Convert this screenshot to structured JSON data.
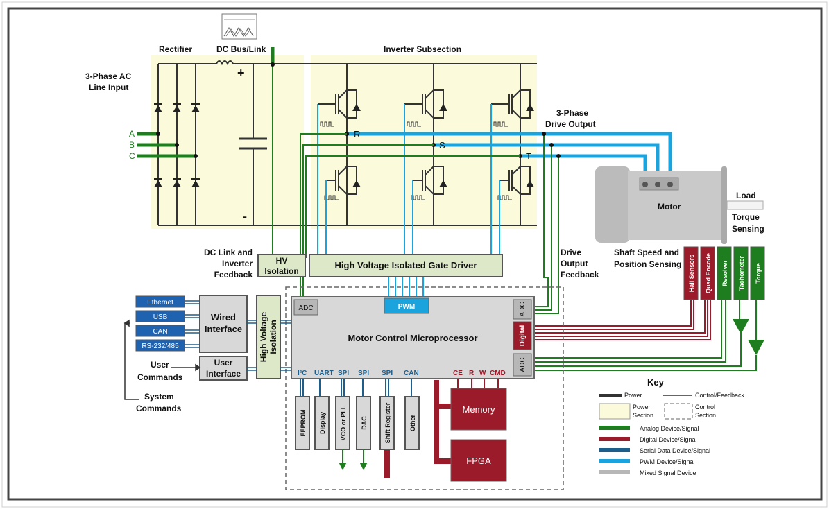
{
  "labels": {
    "rectifier": "Rectifier",
    "dc_bus": "DC Bus/Link",
    "inverter": "Inverter Subsection",
    "ac_input_1": "3-Phase AC",
    "ac_input_2": "Line Input",
    "phase_a": "A",
    "phase_b": "B",
    "phase_c": "C",
    "plus": "+",
    "minus": "-",
    "node_r": "R",
    "node_s": "S",
    "node_t": "T",
    "drive_output_1": "3-Phase",
    "drive_output_2": "Drive Output",
    "motor": "Motor",
    "load": "Load",
    "torque_sensing_1": "Torque",
    "torque_sensing_2": "Sensing",
    "shaft_1": "Shaft Speed and",
    "shaft_2": "Position Sensing",
    "dc_link_fb_1": "DC Link and",
    "dc_link_fb_2": "Inverter",
    "dc_link_fb_3": "Feedback",
    "drive_fb_1": "Drive",
    "drive_fb_2": "Output",
    "drive_fb_3": "Feedback",
    "hv_iso_1": "HV",
    "hv_iso_2": "Isolation",
    "gate_driver": "High Voltage Isolated Gate Driver",
    "hv_iso_vert_1": "High Voltage",
    "hv_iso_vert_2": "Isolation",
    "wired_1": "Wired",
    "wired_2": "Interface",
    "user_if_1": "User",
    "user_if_2": "Interface",
    "user_cmd_1": "User",
    "user_cmd_2": "Commands",
    "sys_cmd_1": "System",
    "sys_cmd_2": "Commands",
    "mcu": "Motor Control Microprocessor",
    "adc": "ADC",
    "pwm": "PWM",
    "digital": "Digital",
    "memory": "Memory",
    "fpga": "FPGA"
  },
  "bus_ports": [
    "I²C",
    "UART",
    "SPI",
    "SPI",
    "SPI",
    "CAN"
  ],
  "control_pins": [
    "CE",
    "R",
    "W",
    "CMD"
  ],
  "comm_ports": [
    "Ethernet",
    "USB",
    "CAN",
    "RS-232/485"
  ],
  "peripherals": [
    "EEPROM",
    "Display",
    "VCO or PLL",
    "DAC",
    "Shift Register",
    "Other"
  ],
  "sensors": [
    {
      "label": "Hall Sensors",
      "type": "digital"
    },
    {
      "label": "Quad Encode",
      "type": "digital"
    },
    {
      "label": "Resolver",
      "type": "analog"
    },
    {
      "label": "Tachometer",
      "type": "analog"
    },
    {
      "label": "Torque",
      "type": "analog"
    }
  ],
  "key": {
    "title": "Key",
    "power": "Power",
    "control": "Control/Feedback",
    "power_section_1": "Power",
    "power_section_2": "Section",
    "control_section_1": "Control",
    "control_section_2": "Section",
    "entries": [
      {
        "label": "Analog Device/Signal",
        "color": "#1e7d1e"
      },
      {
        "label": "Digital Device/Signal",
        "color": "#9b1b2b"
      },
      {
        "label": "Serial Data Device/Signal",
        "color": "#1d5f8c"
      },
      {
        "label": "PWM Device/Signal",
        "color": "#1aa3dd"
      },
      {
        "label": "Mixed Signal Device",
        "color": "#b7b7b7"
      }
    ]
  },
  "colors": {
    "analog": "#1e7d1e",
    "digital": "#9b1b2b",
    "serial": "#1d5f8c",
    "pwm": "#1aa3dd",
    "mixed": "#b7b7b7",
    "power_section": "#fbfbdc",
    "hv_block": "#dde8c8",
    "port_box": "#1f62b0"
  }
}
